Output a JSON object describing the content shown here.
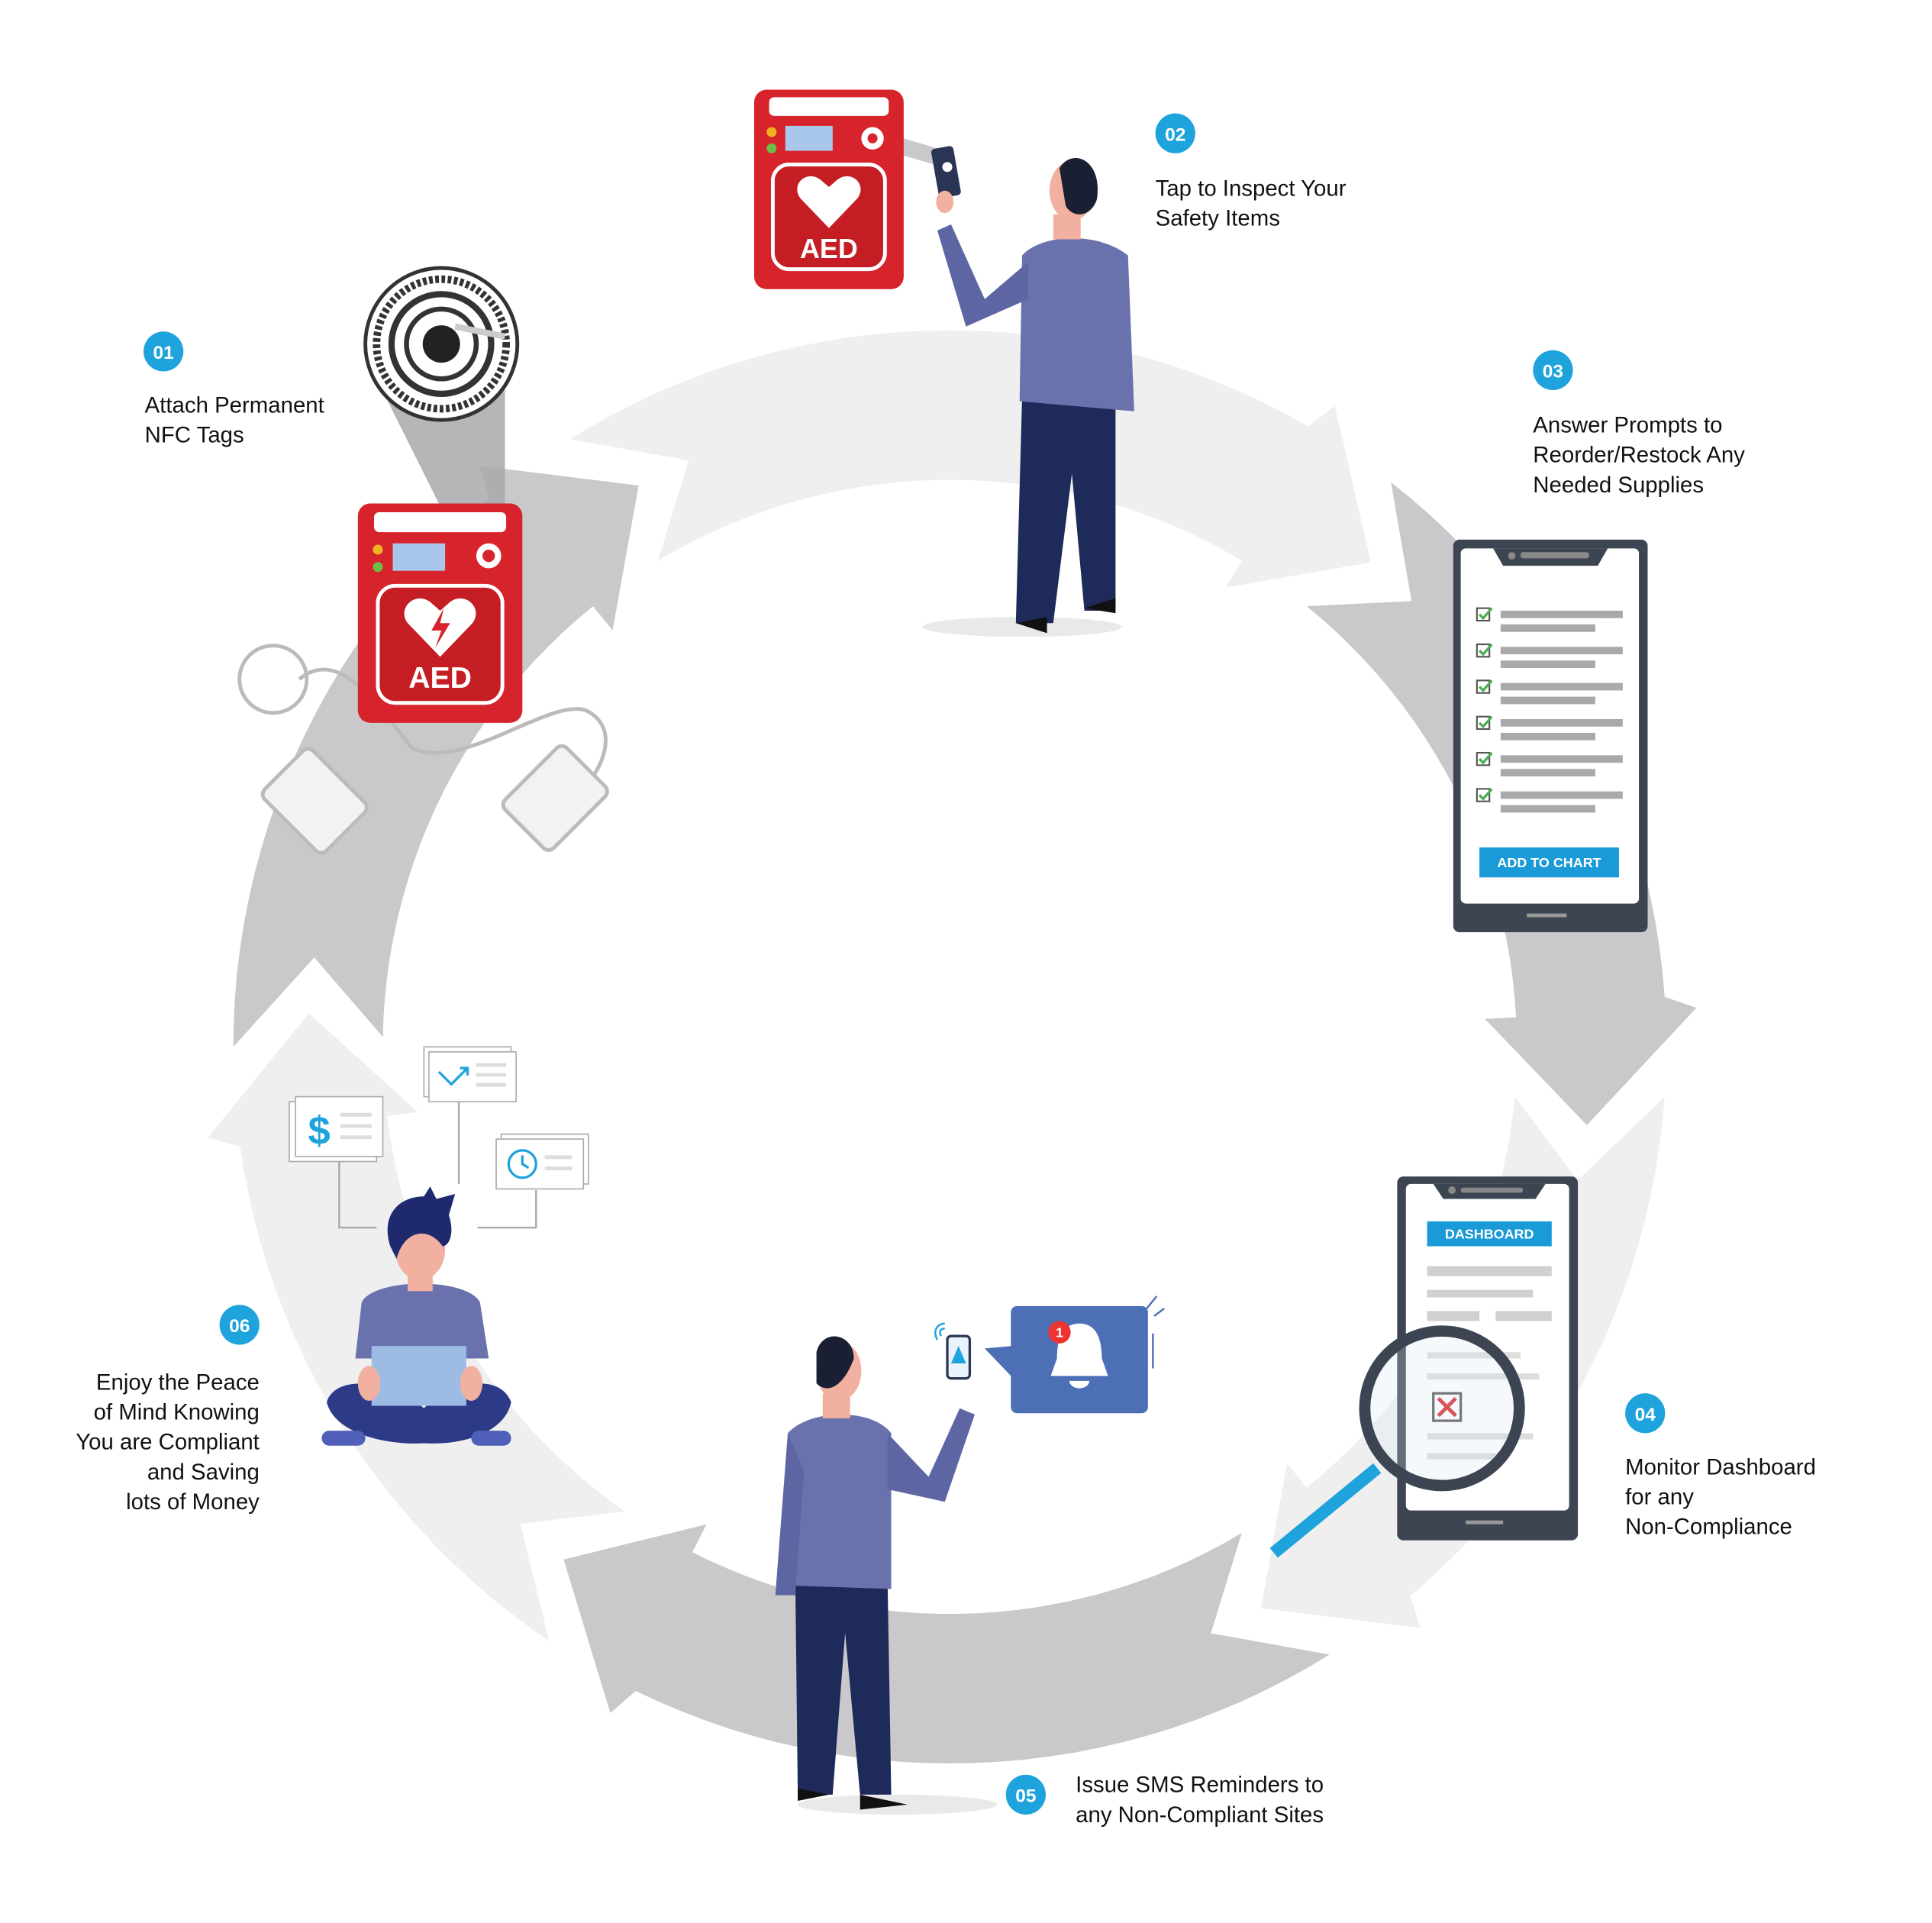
{
  "title": "NFC Safety Inspection Cycle",
  "colors": {
    "accent": "#1ea3dc",
    "ring_light": "#efeff0",
    "ring_dark": "#c9c9cb",
    "aed_red": "#d7232b",
    "phone_dark": "#3d4452",
    "shirt": "#6a72ad",
    "pants": "#1e2a5a",
    "bell_box": "#4c6fb6"
  },
  "steps": [
    {
      "number": "01",
      "lines": [
        "Attach Permanent",
        "NFC Tags"
      ]
    },
    {
      "number": "02",
      "lines": [
        "Tap to Inspect Your",
        "Safety Items"
      ]
    },
    {
      "number": "03",
      "lines": [
        "Answer Prompts to",
        "Reorder/Restock Any",
        "Needed Supplies"
      ]
    },
    {
      "number": "04",
      "lines": [
        "Monitor Dashboard",
        "for any",
        "Non-Compliance"
      ]
    },
    {
      "number": "05",
      "lines": [
        "Issue SMS Reminders to",
        "any Non-Compliant Sites"
      ]
    },
    {
      "number": "06",
      "lines": [
        "Enjoy the Peace",
        "of Mind Knowing",
        "You are Compliant",
        "and Saving",
        "lots of Money"
      ]
    }
  ],
  "aed_label": "AED",
  "phone_checklist": {
    "button": "ADD TO CHART",
    "checked_items": 6
  },
  "phone_dashboard": {
    "button": "DASHBOARD"
  },
  "notification": {
    "badge": "1"
  },
  "money_card": {
    "symbol": "$"
  },
  "icons": [
    "nfc-tag-icon",
    "aed-icon",
    "heart-bolt-icon",
    "checkbox-icon",
    "magnifier-icon",
    "bell-icon",
    "warning-icon",
    "dollar-icon",
    "trend-chart-icon",
    "clock-icon"
  ]
}
